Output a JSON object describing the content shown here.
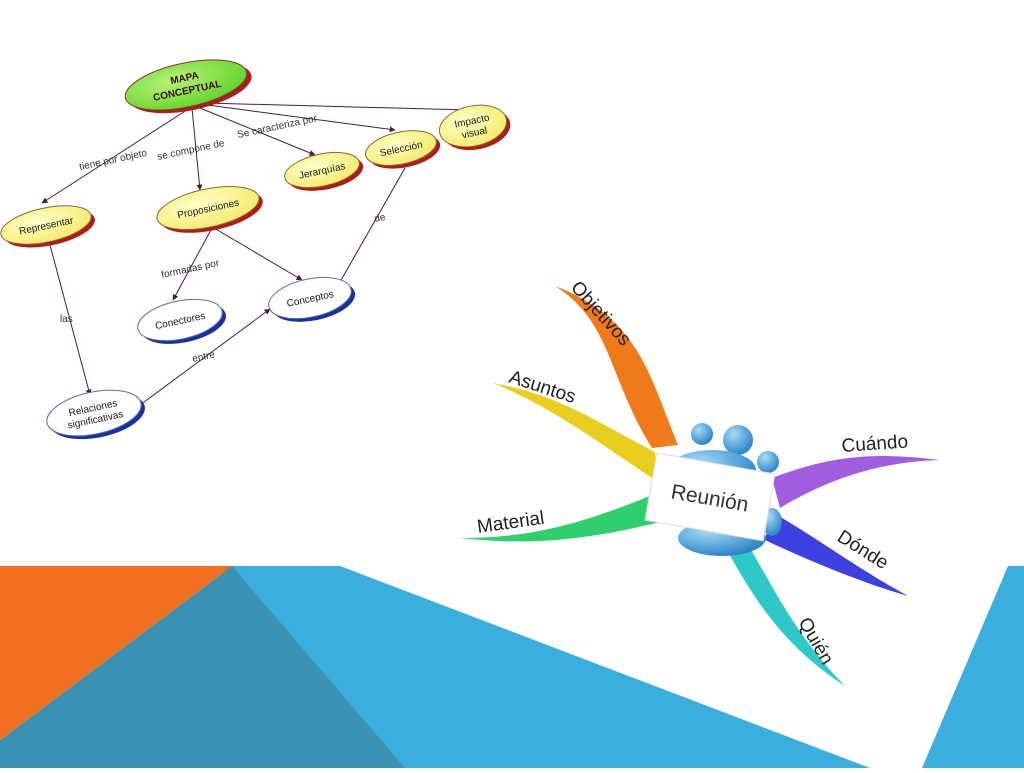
{
  "concept_map": {
    "root": {
      "lines": [
        "MAPA",
        "CONCEPTUAL"
      ]
    },
    "nodes": {
      "representar": [
        "Representar"
      ],
      "proposiciones": [
        "Proposiciones"
      ],
      "jerarquias": [
        "Jerarquías"
      ],
      "seleccion": [
        "Selección"
      ],
      "impacto": [
        "Impacto",
        "visual"
      ],
      "conectores": [
        "Conectores"
      ],
      "conceptos": [
        "Conceptos"
      ],
      "relaciones": [
        "Relaciones",
        "significativas"
      ]
    },
    "edge_labels": {
      "tiene_por_objeto": "tiene por objeto",
      "se_compone_de": "se compone de",
      "se_caracteriza_por": "Se caracteriza por",
      "las": "las",
      "formadas_por": "formadas por",
      "entre": "entre",
      "de": "de"
    }
  },
  "mind_map": {
    "center": "Reunión",
    "branches": {
      "objetivos": {
        "label": "Objetivos",
        "color": "#EE7A1A"
      },
      "asuntos": {
        "label": "Asuntos",
        "color": "#E8CF1E"
      },
      "material": {
        "label": "Material",
        "color": "#2FCF6E"
      },
      "cuando": {
        "label": "Cuándo",
        "color": "#A25CE0"
      },
      "donde": {
        "label": "Dónde",
        "color": "#3D3FE0"
      },
      "quien": {
        "label": "Quién",
        "color": "#2FC8C8"
      }
    }
  },
  "theme": {
    "orange": "#F26F21",
    "blue": "#3AAFDD",
    "dark_blue": "#3A93B3"
  }
}
